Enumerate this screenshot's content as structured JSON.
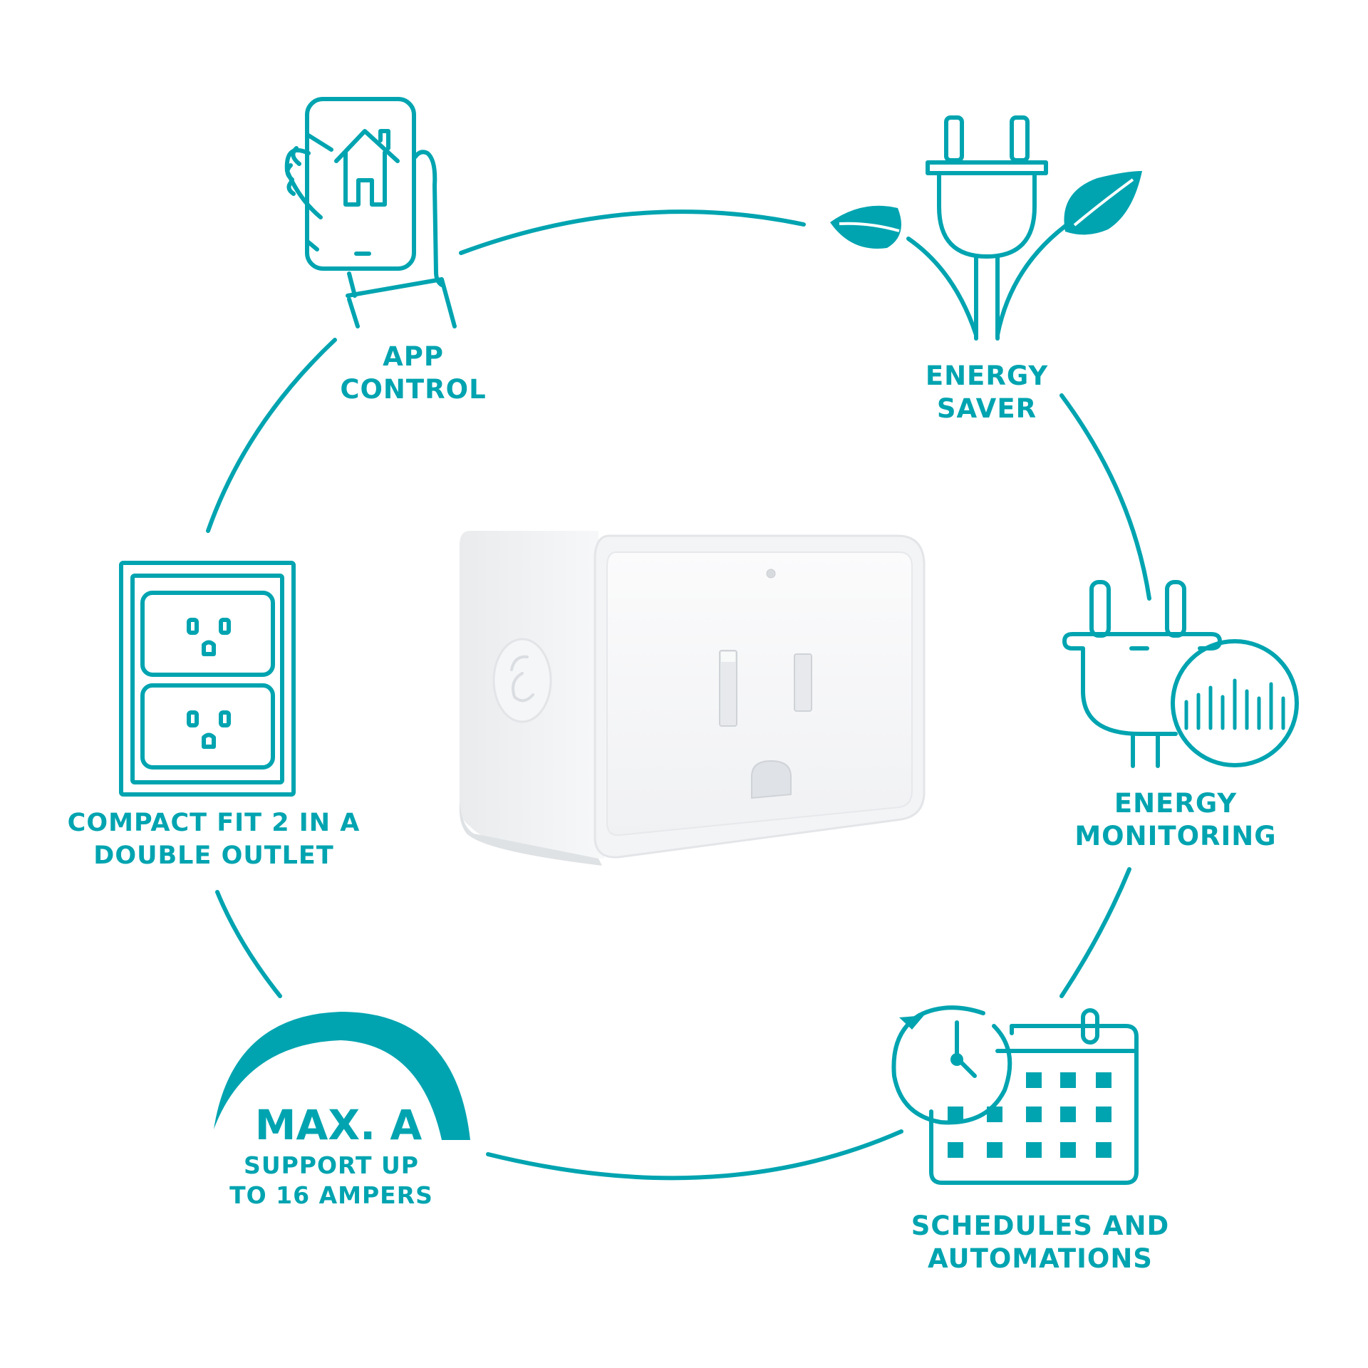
{
  "colors": {
    "accent": "#00a4b0",
    "background": "#ffffff",
    "device_body": "#f4f5f6"
  },
  "features": [
    {
      "id": "app-control",
      "icon": "smartphone-home-hand-icon",
      "lines": [
        "APP",
        "CONTROL"
      ]
    },
    {
      "id": "energy-saver",
      "icon": "plug-leaves-icon",
      "lines": [
        "ENERGY",
        "SAVER"
      ]
    },
    {
      "id": "energy-monitoring",
      "icon": "plug-meter-icon",
      "lines": [
        "ENERGY",
        "MONITORING"
      ]
    },
    {
      "id": "schedules",
      "icon": "clock-calendar-icon",
      "lines": [
        "SCHEDULES AND",
        "AUTOMATIONS"
      ]
    },
    {
      "id": "max-amps",
      "icon": "gauge-arc-icon",
      "headline": "MAX. A",
      "lines": [
        "SUPPORT UP",
        "TO 16 AMPERS"
      ]
    },
    {
      "id": "compact-fit",
      "icon": "double-outlet-icon",
      "lines": [
        "COMPACT FIT 2 IN A",
        "DOUBLE OUTLET"
      ]
    }
  ],
  "product": {
    "icon": "smart-plug-icon"
  }
}
